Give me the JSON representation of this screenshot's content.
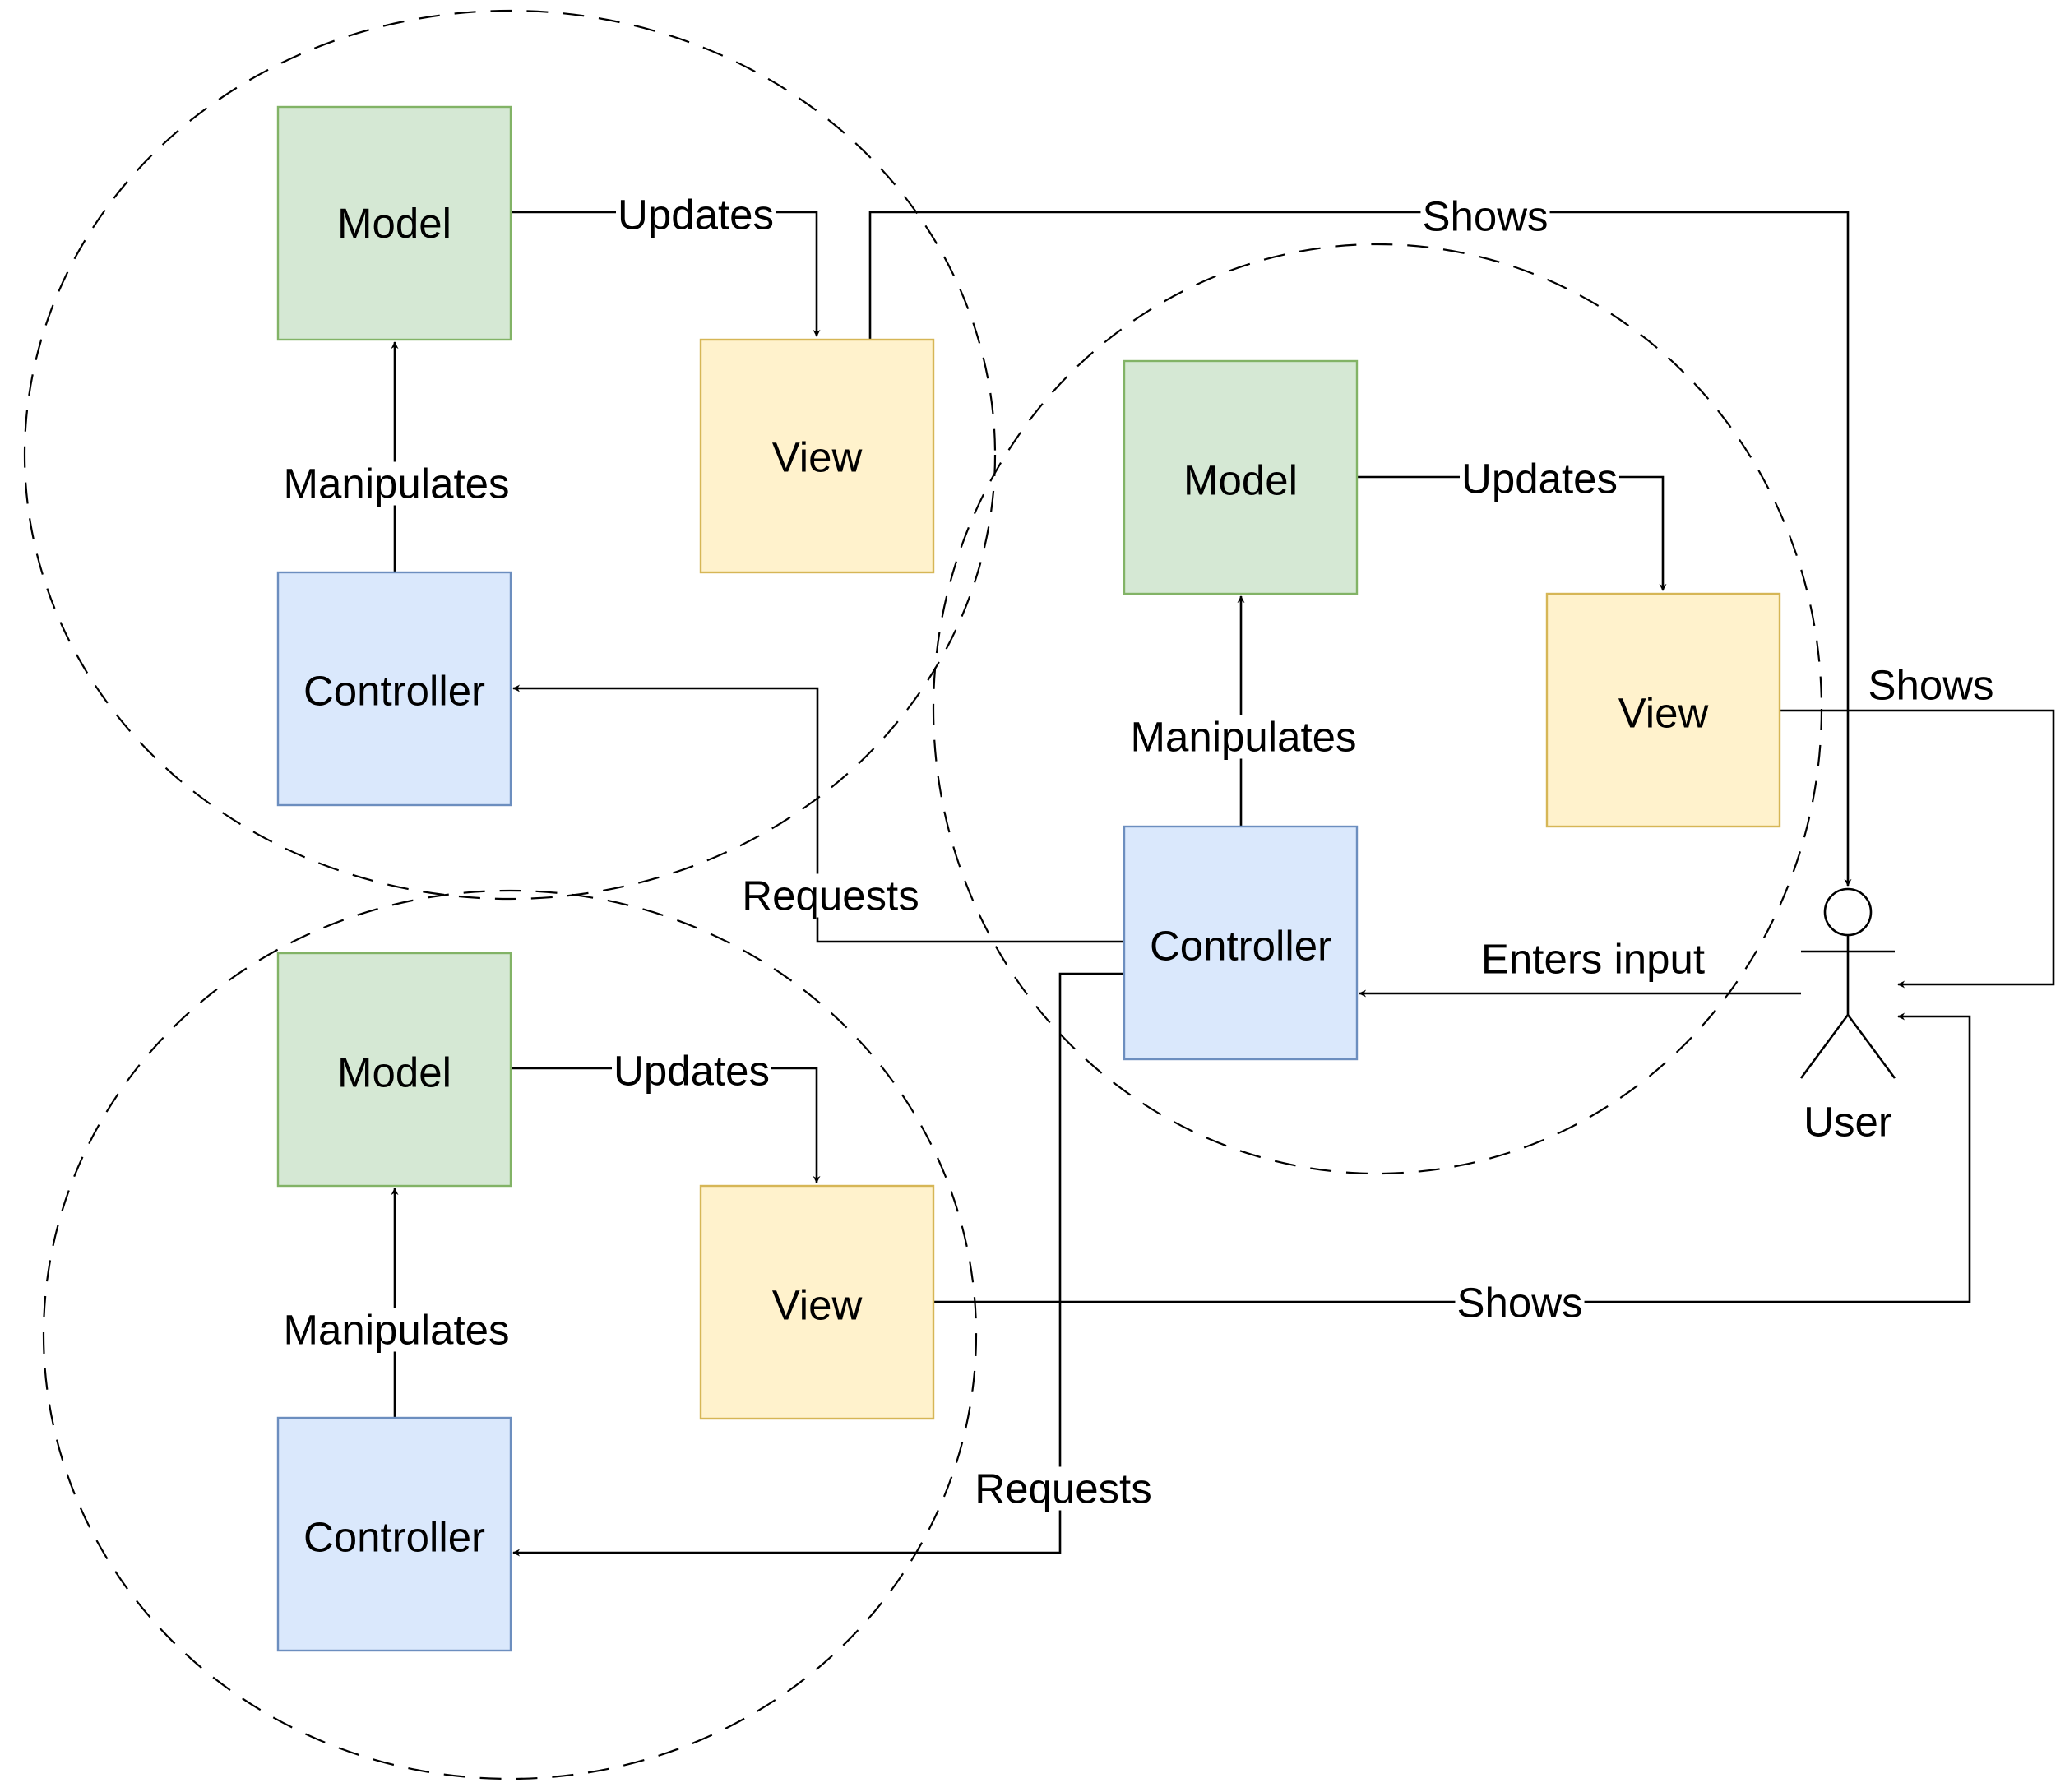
{
  "colors": {
    "model_fill": "#d5e8d4",
    "model_stroke": "#82b366",
    "view_fill": "#fff2cc",
    "view_stroke": "#d6b656",
    "controller_fill": "#dae8fc",
    "controller_stroke": "#6c8ebf",
    "line": "#000000"
  },
  "nodes": {
    "m1": {
      "label": "Model",
      "kind": "model"
    },
    "v1": {
      "label": "View",
      "kind": "view"
    },
    "c1": {
      "label": "Controller",
      "kind": "controller"
    },
    "m2": {
      "label": "Model",
      "kind": "model"
    },
    "v2": {
      "label": "View",
      "kind": "view"
    },
    "c2": {
      "label": "Controller",
      "kind": "controller"
    },
    "m3": {
      "label": "Model",
      "kind": "model"
    },
    "v3": {
      "label": "View",
      "kind": "view"
    },
    "c3": {
      "label": "Controller",
      "kind": "controller"
    }
  },
  "actor": {
    "label": "User"
  },
  "edges": {
    "m1_v1": {
      "label": "Updates",
      "from": "m1",
      "to": "v1"
    },
    "c1_m1": {
      "label": "Manipulates",
      "from": "c1",
      "to": "m1"
    },
    "v1_user": {
      "label": "Shows",
      "from": "v1",
      "to": "user"
    },
    "m2_v2": {
      "label": "Updates",
      "from": "m2",
      "to": "v2"
    },
    "c2_m2": {
      "label": "Manipulates",
      "from": "c2",
      "to": "m2"
    },
    "v2_user": {
      "label": "Shows",
      "from": "v2",
      "to": "user"
    },
    "user_c2": {
      "label": "Enters input",
      "from": "user",
      "to": "c2"
    },
    "c2_c1": {
      "label": "Requests",
      "from": "c2",
      "to": "c1"
    },
    "c2_c3": {
      "label": "Requests",
      "from": "c2",
      "to": "c3"
    },
    "m3_v3": {
      "label": "Updates",
      "from": "m3",
      "to": "v3"
    },
    "c3_m3": {
      "label": "Manipulates",
      "from": "c3",
      "to": "m3"
    },
    "v3_user": {
      "label": "Shows",
      "from": "v3",
      "to": "user"
    }
  }
}
